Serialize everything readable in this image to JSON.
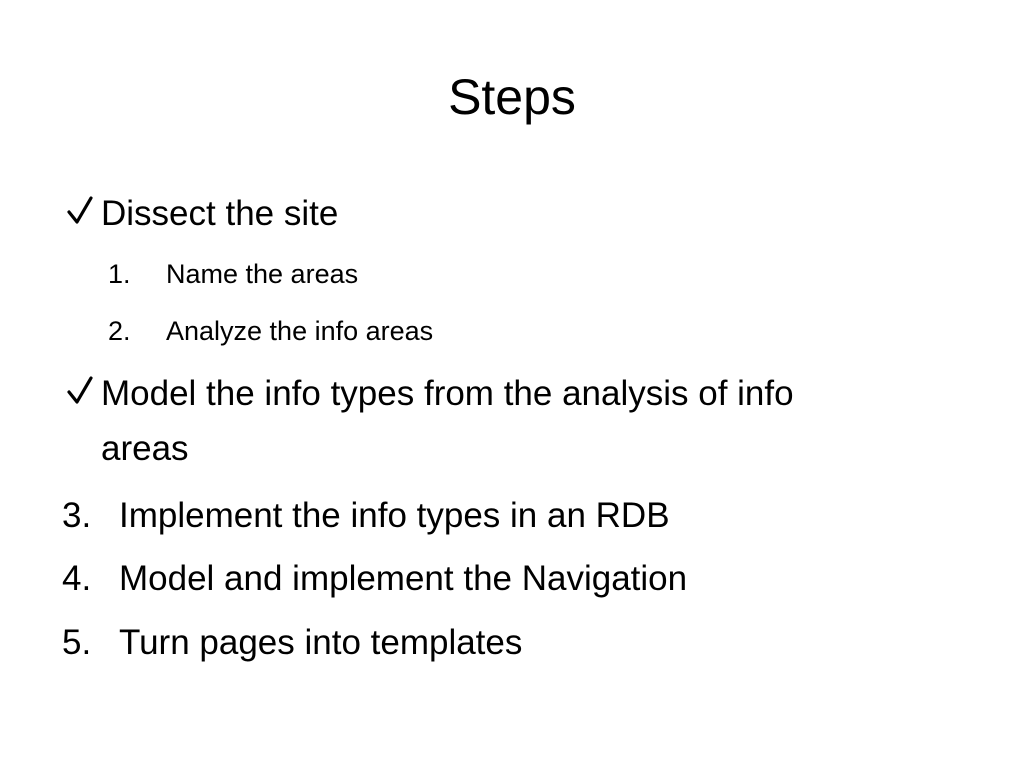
{
  "slide": {
    "title": "Steps",
    "checked_items": [
      {
        "icon": "check-icon",
        "text": "Dissect the site"
      },
      {
        "icon": "check-icon",
        "line1": "Model the info types from the analysis of info",
        "line2": "areas"
      }
    ],
    "sub_items": [
      {
        "marker": "1.",
        "text": "Name the areas"
      },
      {
        "marker": "2.",
        "text": "Analyze the info areas"
      }
    ],
    "numbered_items": [
      {
        "marker": "3.",
        "text": "Implement the info types in an RDB"
      },
      {
        "marker": "4.",
        "text": "Model and implement the Navigation"
      },
      {
        "marker": "5.",
        "text": "Turn pages into templates"
      }
    ]
  }
}
